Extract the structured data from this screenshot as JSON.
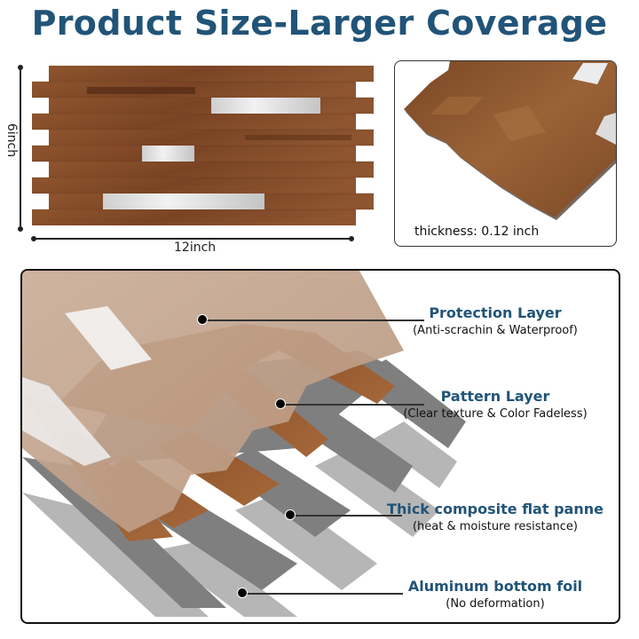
{
  "title": "Product Size-Larger Coverage",
  "dimensions": {
    "height_label": "6inch",
    "width_label": "12inch"
  },
  "thickness": {
    "label": "thickness: 0.12 inch"
  },
  "layers": [
    {
      "title": "Protection Layer",
      "subtitle": "(Anti-scrachin & Waterproof)"
    },
    {
      "title": "Pattern Layer",
      "subtitle": "(Clear texture & Color Fadeless)"
    },
    {
      "title": "Thick composite flat panne",
      "subtitle": "(heat & moisture resistance)"
    },
    {
      "title": "Aluminum bottom foil",
      "subtitle": "(No deformation)"
    }
  ],
  "colors": {
    "title": "#215478",
    "wood_dark": "#6b3c1f",
    "wood_mid": "#8a5430",
    "wood_light": "#a86e44",
    "protection": "#c4a793",
    "aluminum_strip": "#dcdcdc",
    "composite": "#808080",
    "foil": "#b4b4b4"
  }
}
